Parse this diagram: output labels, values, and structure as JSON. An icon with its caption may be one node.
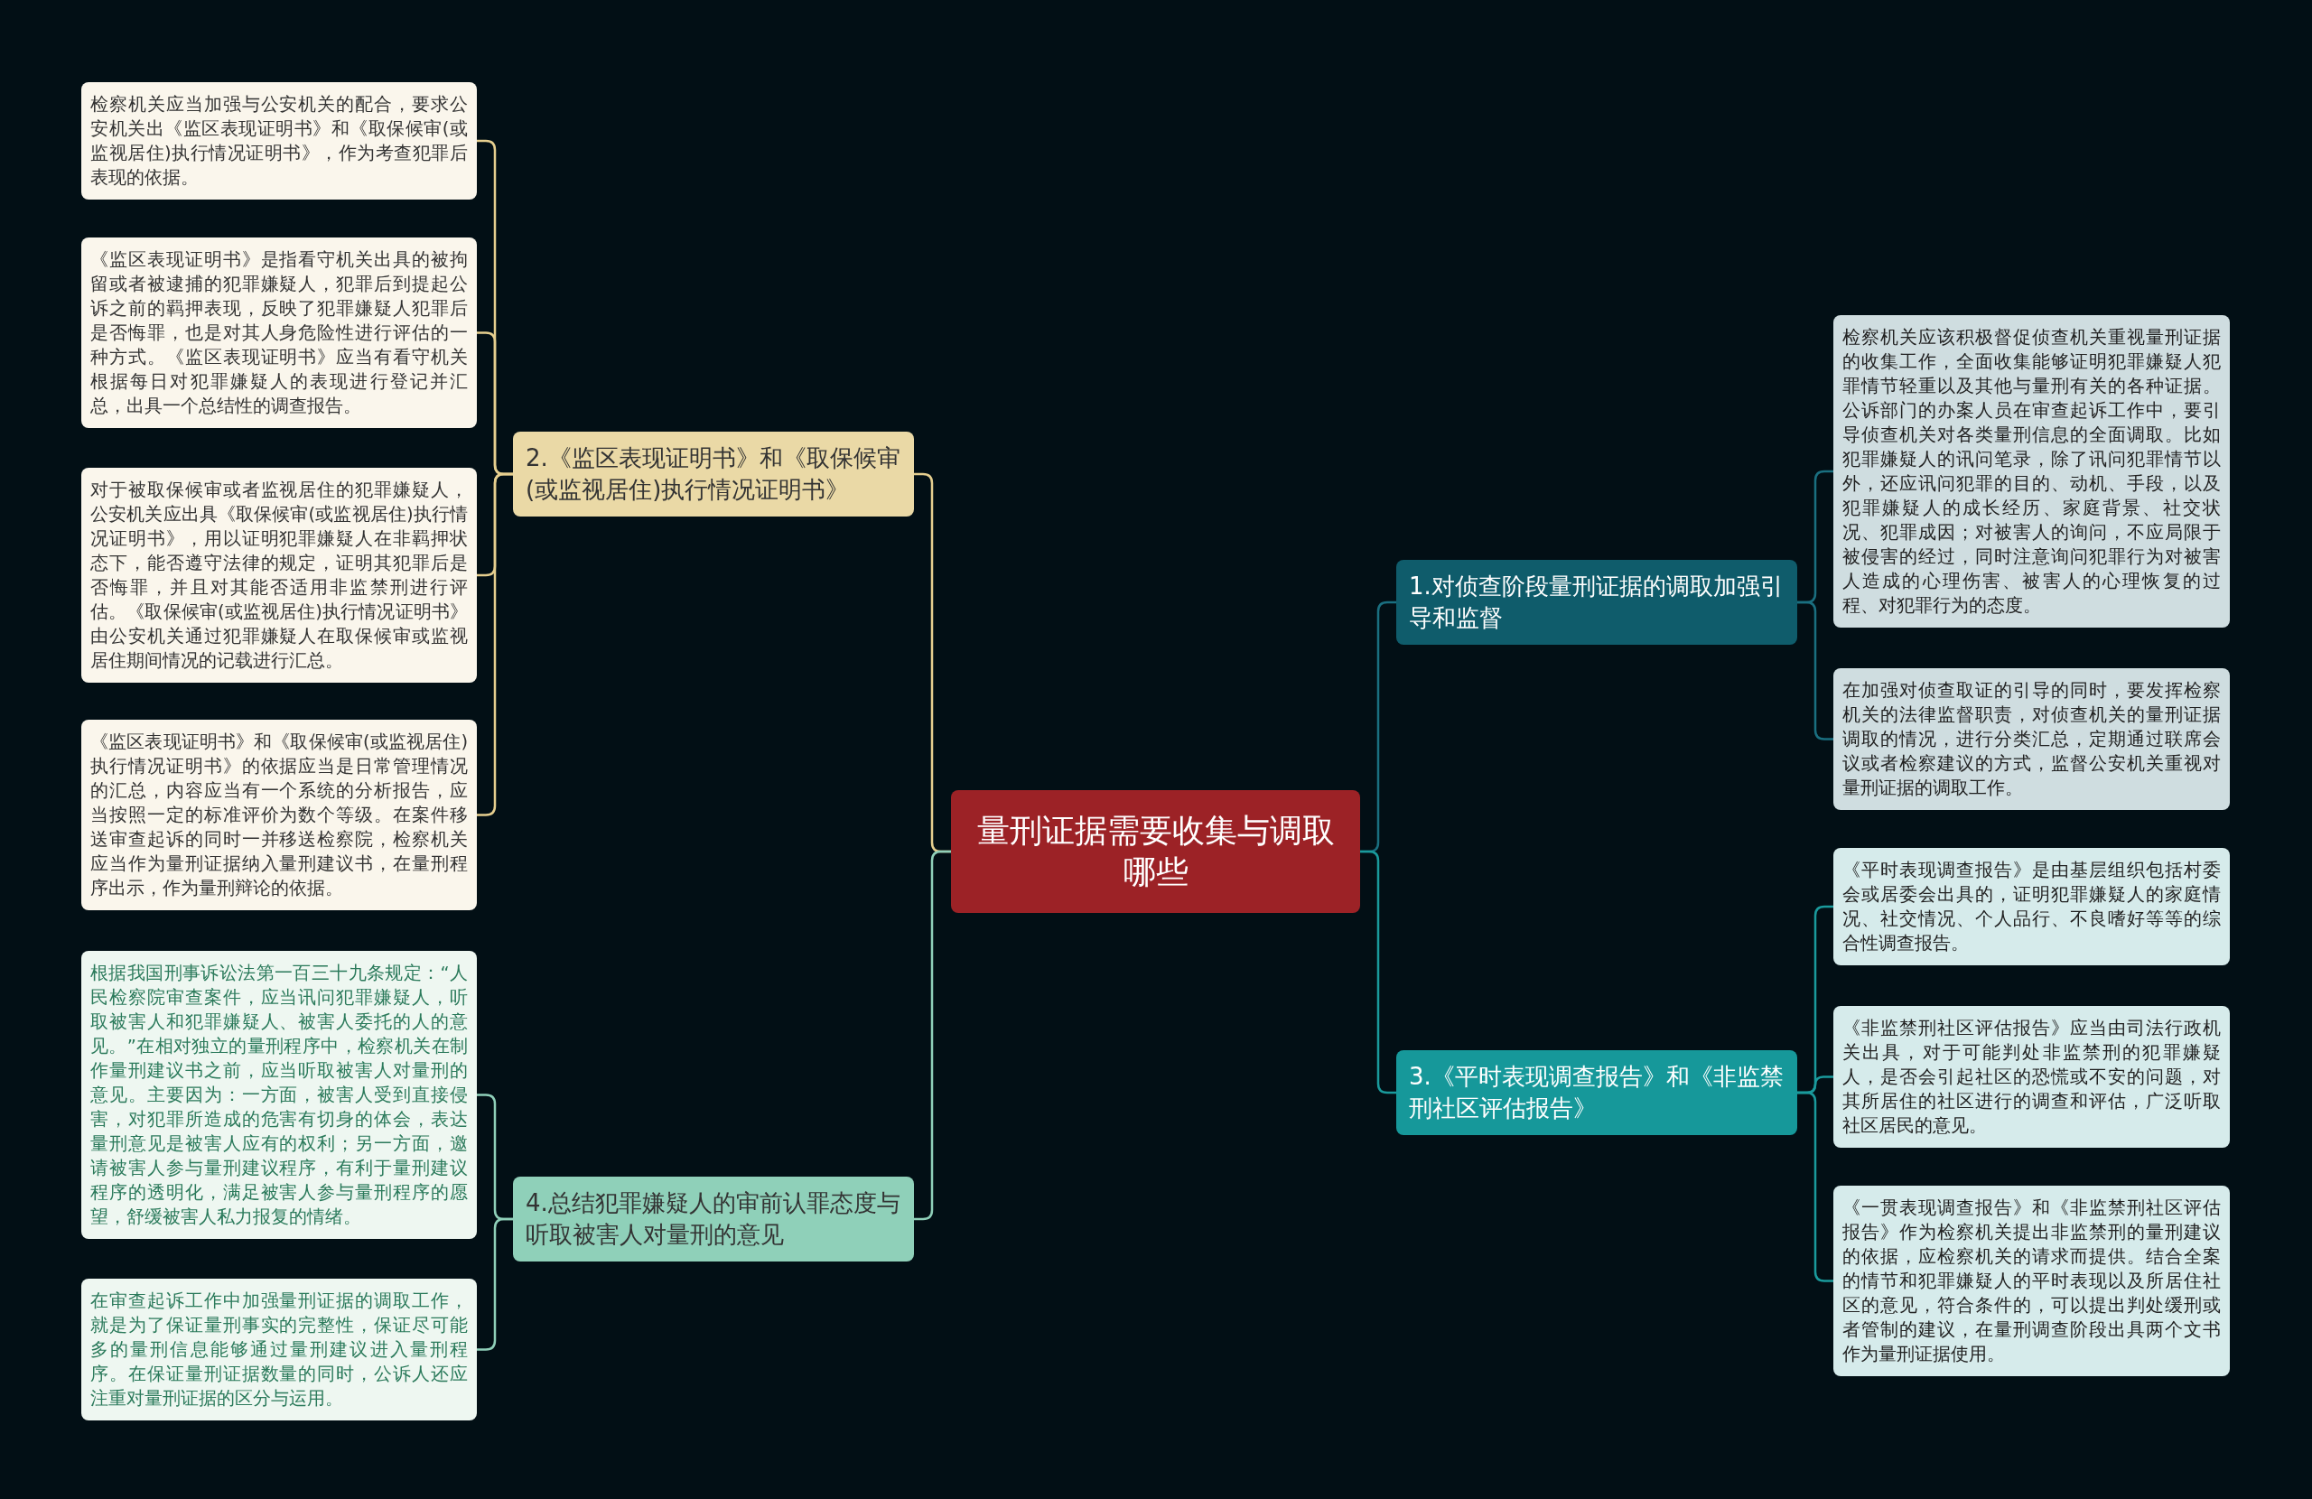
{
  "diagram": {
    "nodes": [
      {
        "text": [
          "量刑证据需要收集与调取哪些"
        ]
      },
      {
        "text": [
          "1.对侦查阶段量刑证据的调取加强引导和监督"
        ]
      },
      {
        "text": [
          "检察机关应该积极督促侦查机关重视量刑证据的收集工作，全面收集能够证明犯罪嫌疑人犯罪情节轻重以及其他与量刑有关的各种证据。公诉部门的办案人员在审查起诉工作中，要引导侦查机关对各类量刑信息的全面调取。比如犯罪嫌疑人的讯问笔录，除了讯问犯罪情节以外，还应讯问犯罪的目的、动机、手段，以及犯罪嫌疑人的成长经历、家庭背景、社交状况、犯罪成因；对被害人的询问，不应局限于被侵害的经过，同时注意询问犯罪行为对被害人造成的心理伤害、被害人的心理恢复的过程、对犯罪行为的态度。"
        ]
      },
      {
        "text": [
          "在加强对侦查取证的引导的同时，要发挥检察机关的法律监督职责，对侦查机关的量刑证据调取的情况，进行分类汇总，定期通过联席会议或者检察建议的方式，监督公安机关重视对量刑证据的调取工作。"
        ]
      },
      {
        "text": [
          "2.《监区表现证明书》和《取保候审(或监视居住)执行情况证明书》"
        ]
      },
      {
        "text": [
          "检察机关应当加强与公安机关的配合，要求公安机关出《监区表现证明书》和《取保候审(或监视居住)执行情况证明书》，作为考查犯罪后表现的依据。"
        ]
      },
      {
        "text": [
          "《监区表现证明书》是指看守机关出具的被拘留或者被逮捕的犯罪嫌疑人，犯罪后到提起公诉之前的羁押表现，反映了犯罪嫌疑人犯罪后是否悔罪，也是对其人身危险性进行评估的一种方式。《监区表现证明书》应当有看守机关根据每日对犯罪嫌疑人的表现进行登记并汇总，出具一个总结性的调查报告。"
        ]
      },
      {
        "text": [
          "对于被取保候审或者监视居住的犯罪嫌疑人，公安机关应出具《取保候审(或监视居住)执行情况证明书》，用以证明犯罪嫌疑人在非羁押状态下，能否遵守法律的规定，证明其犯罪后是否悔罪，并且对其能否适用非监禁刑进行评估。《取保候审(或监视居住)执行情况证明书》由公安机关通过犯罪嫌疑人在取保候审或监视居住期间情况的记载进行汇总。"
        ]
      },
      {
        "text": [
          "《监区表现证明书》和《取保候审(或监视居住)执行情况证明书》的依据应当是日常管理情况的汇总，内容应当有一个系统的分析报告，应当按照一定的标准评价为数个等级。在案件移送审查起诉的同时一并移送检察院，检察机关应当作为量刑证据纳入量刑建议书，在量刑程序出示，作为量刑辩论的依据。"
        ]
      },
      {
        "text": [
          "3.《平时表现调查报告》和《非监禁刑社区评估报告》"
        ]
      },
      {
        "text": [
          "《平时表现调查报告》是由基层组织包括村委会或居委会出具的，证明犯罪嫌疑人的家庭情况、社交情况、个人品行、不良嗜好等等的综合性调查报告。"
        ]
      },
      {
        "text": [
          "《非监禁刑社区评估报告》应当由司法行政机关出具，对于可能判处非监禁刑的犯罪嫌疑人，是否会引起社区的恐慌或不安的问题，对其所居住的社区进行的调查和评估，广泛听取社区居民的意见。"
        ]
      },
      {
        "text": [
          "《一贯表现调查报告》和《非监禁刑社区评估报告》作为检察机关提出非监禁刑的量刑建议的依据，应检察机关的请求而提供。结合全案的情节和犯罪嫌疑人的平时表现以及所居住社区的意见，符合条件的，可以提出判处缓刑或者管制的建议，在量刑调查阶段出具两个文书作为量刑证据使用。"
        ]
      },
      {
        "text": [
          "4.总结犯罪嫌疑人的审前认罪态度与听取被害人对量刑的意见"
        ]
      },
      {
        "text": [
          "根据我国刑事诉讼法第一百三十九条规定：“人民检察院审查案件，应当讯问犯罪嫌疑人，听取被害人和犯罪嫌疑人、被害人委托的人的意见。”在相对独立的量刑程序中，检察机关在制作量刑建议书之前，应当听取被害人对量刑的意见。主要因为：一方面，被害人受到直接侵害，对犯罪所造成的危害有切身的体会，表达量刑意见是被害人应有的权利；另一方面，邀请被害人参与量刑建议程序，有利于量刑建议程序的透明化，满足被害人参与量刑程序的愿望，舒缓被害人私力报复的情绪。"
        ]
      },
      {
        "text": [
          "在审查起诉工作中加强量刑证据的调取工作，就是为了保证量刑事实的完整性，保证尽可能多的量刑信息能够通过量刑建议进入量刑程序。在保证量刑证据数量的同时，公诉人还应注重对量刑证据的区分与运用。"
        ]
      }
    ],
    "edges": [
      {
        "from": 0,
        "to": 1,
        "arrow": "none",
        "color": "#1a6f80"
      },
      {
        "from": 1,
        "to": 2,
        "arrow": "none",
        "color": "#1a6f80"
      },
      {
        "from": 1,
        "to": 3,
        "arrow": "none",
        "color": "#1a6f80"
      },
      {
        "from": 0,
        "to": 4,
        "arrow": "none",
        "color": "#e6cf8f"
      },
      {
        "from": 4,
        "to": 5,
        "arrow": "none",
        "color": "#e6cf8f"
      },
      {
        "from": 4,
        "to": 6,
        "arrow": "none",
        "color": "#e6cf8f"
      },
      {
        "from": 4,
        "to": 7,
        "arrow": "none",
        "color": "#e6cf8f"
      },
      {
        "from": 4,
        "to": 8,
        "arrow": "none",
        "color": "#e6cf8f"
      },
      {
        "from": 0,
        "to": 9,
        "arrow": "none",
        "color": "#1a9a9c"
      },
      {
        "from": 9,
        "to": 10,
        "arrow": "none",
        "color": "#1a9a9c"
      },
      {
        "from": 9,
        "to": 11,
        "arrow": "none",
        "color": "#1a9a9c"
      },
      {
        "from": 9,
        "to": 12,
        "arrow": "none",
        "color": "#1a9a9c"
      },
      {
        "from": 0,
        "to": 13,
        "arrow": "none",
        "color": "#8fd0b9"
      },
      {
        "from": 13,
        "to": 14,
        "arrow": "none",
        "color": "#8fd0b9"
      },
      {
        "from": 13,
        "to": 15,
        "arrow": "none",
        "color": "#8fd0b9"
      }
    ]
  }
}
